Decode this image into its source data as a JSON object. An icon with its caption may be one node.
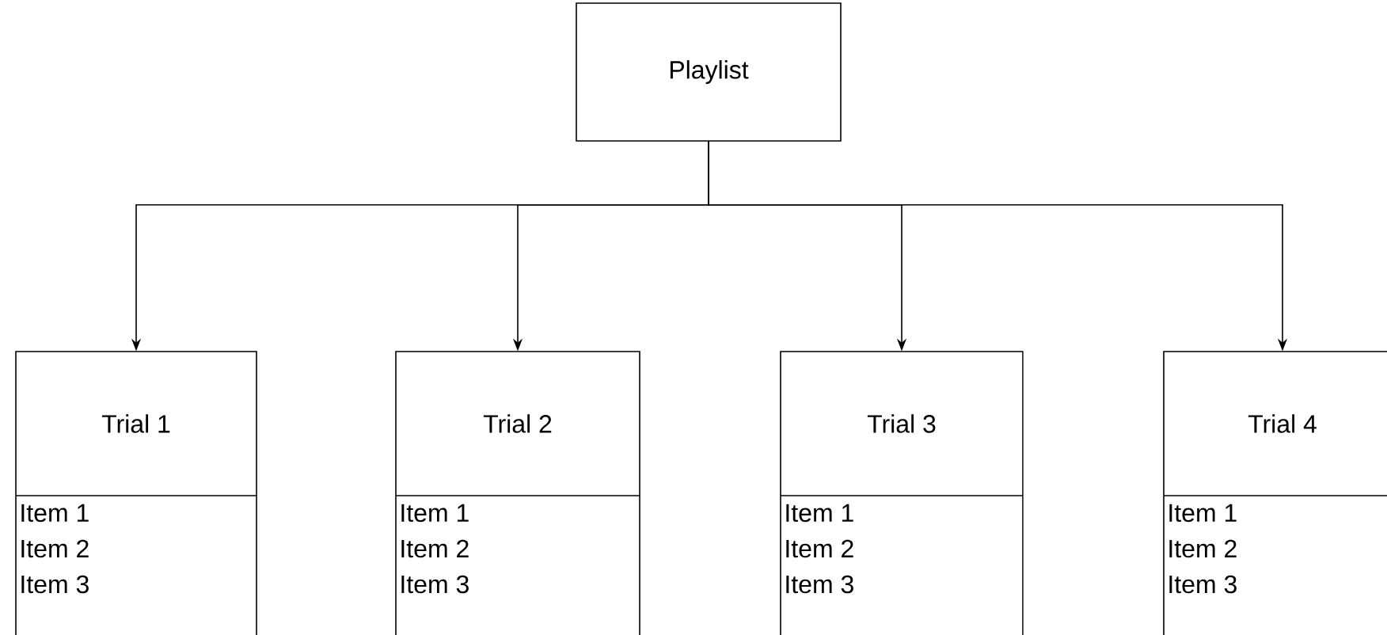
{
  "diagram": {
    "nodes": [
      {
        "text": [
          "Playlist"
        ]
      },
      {
        "text": [
          "Trial 1",
          "Item 1",
          "Item 2",
          "Item 3"
        ]
      },
      {
        "text": [
          "Trial 2",
          "Item 1",
          "Item 2",
          "Item 3"
        ]
      },
      {
        "text": [
          "Trial 3",
          "Item 1",
          "Item 2",
          "Item 3"
        ]
      },
      {
        "text": [
          "Trial 4",
          "Item 1",
          "Item 2",
          "Item 3"
        ]
      }
    ],
    "edges": [
      {
        "from": 0,
        "to": 1,
        "arrow": "to"
      },
      {
        "from": 0,
        "to": 2,
        "arrow": "to"
      },
      {
        "from": 0,
        "to": 3,
        "arrow": "to"
      },
      {
        "from": 0,
        "to": 4,
        "arrow": "to"
      }
    ]
  }
}
